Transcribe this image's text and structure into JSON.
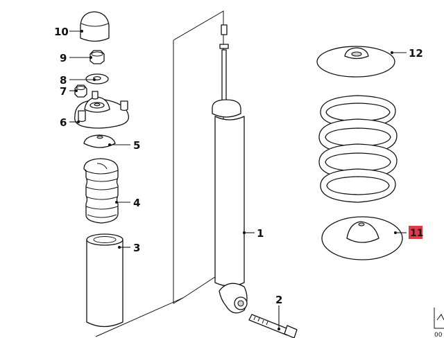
{
  "callouts": [
    {
      "id": "10",
      "label": "10",
      "highlighted": false
    },
    {
      "id": "9",
      "label": "9",
      "highlighted": false
    },
    {
      "id": "8",
      "label": "8",
      "highlighted": false
    },
    {
      "id": "7",
      "label": "7",
      "highlighted": false
    },
    {
      "id": "6",
      "label": "6",
      "highlighted": false
    },
    {
      "id": "5",
      "label": "5",
      "highlighted": false
    },
    {
      "id": "4",
      "label": "4",
      "highlighted": false
    },
    {
      "id": "3",
      "label": "3",
      "highlighted": false
    },
    {
      "id": "1",
      "label": "1",
      "highlighted": false
    },
    {
      "id": "2",
      "label": "2",
      "highlighted": false
    },
    {
      "id": "12",
      "label": "12",
      "highlighted": false
    },
    {
      "id": "11",
      "label": "11",
      "highlighted": true
    }
  ],
  "corner_mark": {
    "text": "00"
  },
  "colors": {
    "highlight": "#e0394a",
    "line": "#111111",
    "background": "#ffffff"
  },
  "icons": [
    "diagram-logo-icon"
  ]
}
